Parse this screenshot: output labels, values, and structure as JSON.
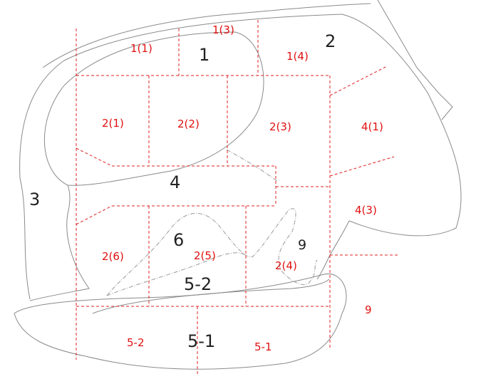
{
  "colors": {
    "grid_line": "#e02020",
    "red_label": "#e01010",
    "black_label": "#222222",
    "outline": "#8a8a8a"
  },
  "zones": {
    "z1_1": "1(1)",
    "z1_3": "1(3)",
    "z1_4": "1(4)",
    "z2_1": "2(1)",
    "z2_2": "2(2)",
    "z2_3": "2(3)",
    "z4_1": "4(1)",
    "z4_3": "4(3)",
    "z2_6": "2(6)",
    "z2_5": "2(5)",
    "z2_4": "2(4)",
    "z9": "9",
    "z5_2": "5-2",
    "z5_1": "5-1"
  },
  "areas": {
    "a1": "1",
    "a2": "2",
    "a3": "3",
    "a4": "4",
    "a6": "6",
    "a9": "9",
    "a5_2": "5-2",
    "a5_1": "5-1"
  }
}
